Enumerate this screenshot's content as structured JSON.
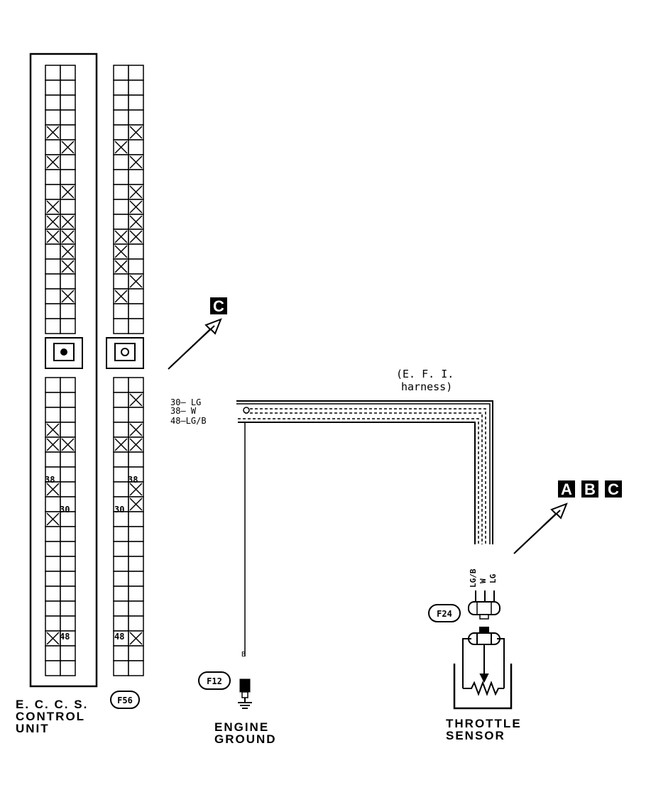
{
  "ecu": {
    "title_line1": "E. C. C. S.",
    "title_line2": "CONTROL",
    "title_line3": "UNIT",
    "pin_labels": [
      "38",
      "30",
      "48"
    ]
  },
  "ecu_connector": {
    "id": "F56",
    "pin_labels": [
      "38",
      "30",
      "48"
    ]
  },
  "wires": [
    {
      "pin": "30",
      "color": "LG",
      "label": "30— LG"
    },
    {
      "pin": "38",
      "color": "W",
      "label": "38— W"
    },
    {
      "pin": "48",
      "color": "LG/B",
      "label": "48—LG/B"
    }
  ],
  "harness": {
    "line1": "(E. F. I.",
    "line2": "harness)"
  },
  "ground": {
    "connector": "F12",
    "wire": "B",
    "line1": "ENGINE",
    "line2": "GROUND"
  },
  "sensor": {
    "connector": "F24",
    "wire_labels": [
      "LG/B",
      "W",
      "LG"
    ],
    "line1": "THROTTLE",
    "line2": "SENSOR"
  },
  "references": {
    "ecu_side": [
      "C"
    ],
    "sensor_side": [
      "A",
      "B",
      "C"
    ]
  }
}
